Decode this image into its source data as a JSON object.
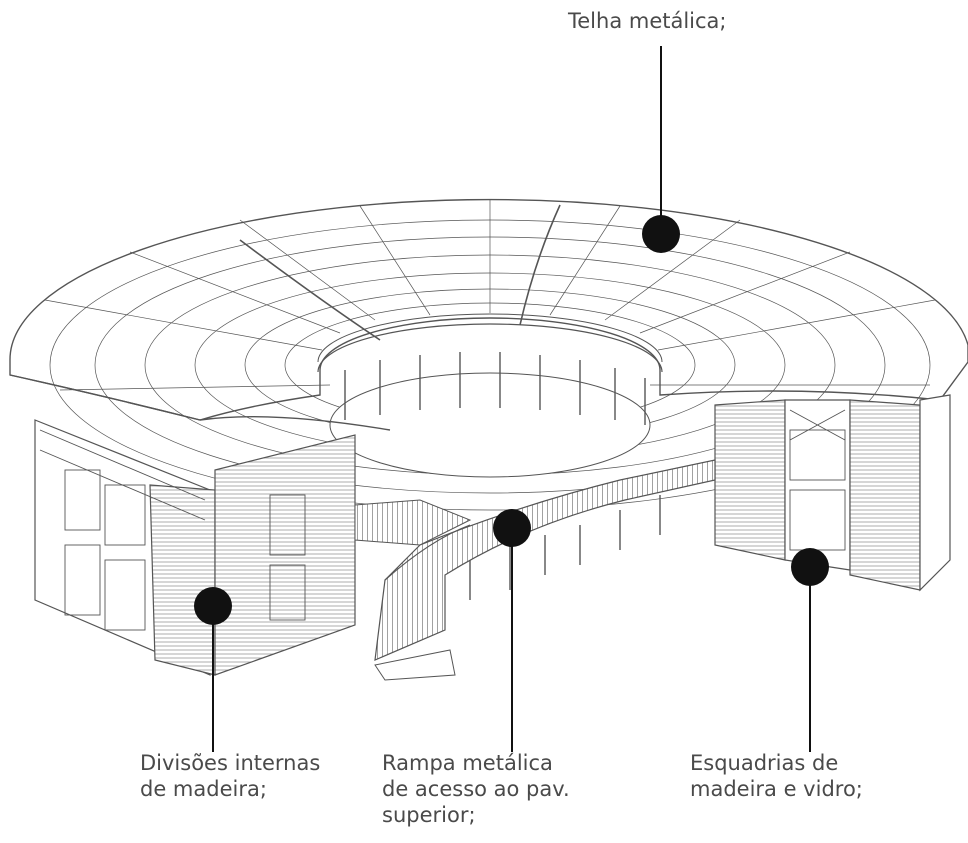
{
  "colors": {
    "line": "#555555",
    "callout": "#111111",
    "text": "#4a4a4a",
    "fill": "#ffffff"
  },
  "labels": {
    "roof": {
      "line1": "Telha metálica;"
    },
    "partitions": {
      "line1_word1": "Divisões",
      "line1_word2": "internas",
      "line2": "de madeira;"
    },
    "ramp": {
      "line1_word1": "Rampa",
      "line1_word2": "metálica",
      "line2": "de acesso ao pav.",
      "line3": "superior;"
    },
    "frames": {
      "line1": "Esquadrias de",
      "line2": "madeira e vidro;"
    }
  }
}
